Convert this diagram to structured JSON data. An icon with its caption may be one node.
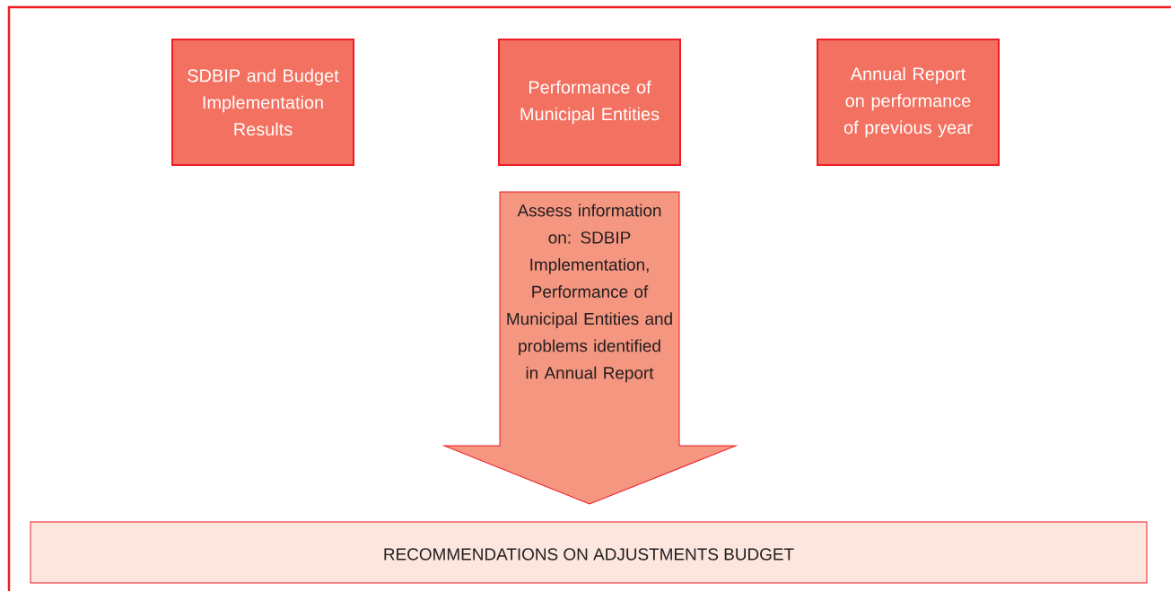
{
  "diagram": {
    "nodes": [
      {
        "text": [
          "SDBIP and Budget Implementation Results"
        ]
      },
      {
        "text": [
          "Performance of Municipal Entities"
        ]
      },
      {
        "text": [
          "Annual Report on performance of previous year"
        ]
      },
      {
        "text": [
          "Assess information on: SDBIP Implementation, Performance of Municipal Entities and problems identified in Annual Report"
        ]
      },
      {
        "text": [
          "RECOMMENDATIONS ON ADJUSTMENTS BUDGET"
        ]
      }
    ]
  }
}
